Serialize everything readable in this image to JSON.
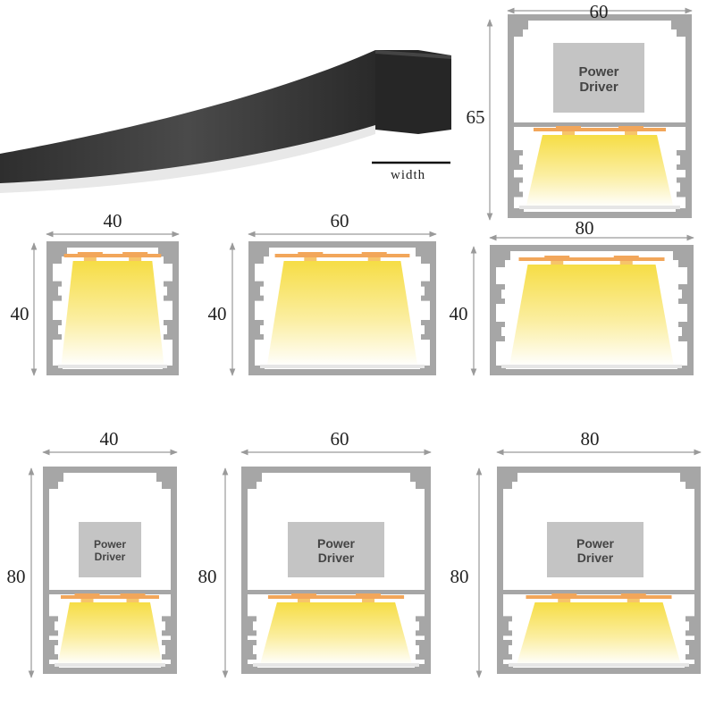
{
  "lamp": {
    "width_label": "width"
  },
  "profiles": [
    {
      "id": "p60x65",
      "width": "60",
      "height": "65",
      "driver": true,
      "driver_lines": [
        "Power",
        "Driver"
      ]
    },
    {
      "id": "p40x40",
      "width": "40",
      "height": "40",
      "driver": false
    },
    {
      "id": "p60x40",
      "width": "60",
      "height": "40",
      "driver": false
    },
    {
      "id": "p80x40",
      "width": "80",
      "height": "40",
      "driver": false
    },
    {
      "id": "p40x80",
      "width": "40",
      "height": "80",
      "driver": true,
      "driver_lines": [
        "Power",
        "Driver"
      ]
    },
    {
      "id": "p60x80",
      "width": "60",
      "height": "80",
      "driver": true,
      "driver_lines": [
        "Power",
        "Driver"
      ]
    },
    {
      "id": "p80x80",
      "width": "80",
      "height": "80",
      "driver": true,
      "driver_lines": [
        "Power",
        "Driver"
      ]
    }
  ],
  "colors": {
    "profile": "#a6a6a6",
    "profile_inner": "#ffffff",
    "arrow": "#9a9a9a",
    "led_strip": "#f2a65a",
    "led_chip": "#f7c46a",
    "light_top": "#f7e25a",
    "light_bottom": "#ffffff",
    "driver_box": "#c4c4c4",
    "lamp_body": "#3a3a3a"
  }
}
